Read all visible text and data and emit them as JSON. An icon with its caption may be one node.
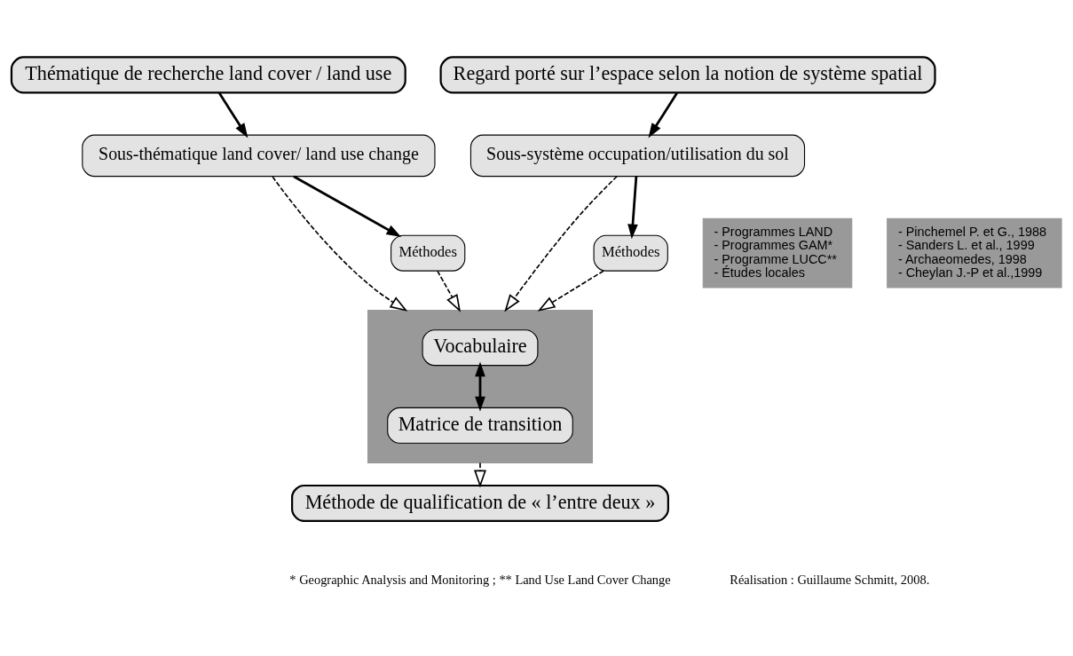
{
  "diagram": {
    "nodes": [
      {
        "text": [
          "Thématique de recherche land cover / land use"
        ]
      },
      {
        "text": [
          "Regard porté sur l’espace selon la notion de système spatial"
        ]
      },
      {
        "text": [
          "Sous-thématique land cover/ land use change"
        ]
      },
      {
        "text": [
          "Sous-système occupation/utilisation du sol"
        ]
      },
      {
        "text": [],
        "shape": "box"
      },
      {
        "text": [
          "Vocabulaire"
        ],
        "in": 4
      },
      {
        "text": [
          "Matrice de transition"
        ],
        "in": 4
      },
      {
        "text": [
          "- Programmes LAND",
          "- Programmes GAM*",
          "- Programme LUCC**",
          "- Études locales"
        ]
      },
      {
        "text": [
          "- Pinchemel P. et G., 1988",
          "- Sanders L. et al., 1999",
          "- Archaeomedes, 1998",
          "- Cheylan J.-P et al.,1999"
        ]
      },
      {
        "text": [
          "Méthodes"
        ]
      },
      {
        "text": [
          "Méthodes"
        ]
      },
      {
        "text": [
          "Méthode de qualification de « l’entre deux »"
        ]
      }
    ],
    "edges": [
      {
        "from": 0,
        "to": 2,
        "arrow": "to"
      },
      {
        "from": 1,
        "to": 3,
        "arrow": "to"
      },
      {
        "from": 2,
        "to": 9,
        "arrow": "to"
      },
      {
        "from": 3,
        "to": 10,
        "arrow": "to"
      },
      {
        "from": 2,
        "to": 4,
        "arrow": "to",
        "style": "dashed"
      },
      {
        "from": 3,
        "to": 4,
        "arrow": "to",
        "style": "dashed"
      },
      {
        "from": 5,
        "to": 6,
        "arrow": "both"
      },
      {
        "from": 9,
        "to": 4,
        "arrow": "to",
        "style": "dashed"
      },
      {
        "from": 10,
        "to": 4,
        "arrow": "to",
        "style": "dashed"
      },
      {
        "from": 4,
        "to": 11,
        "arrow": "to",
        "style": "dashed"
      }
    ],
    "labels": [
      "* Geographic Analysis and Monitoring ; ** Land Use Land Cover Change",
      "Réalisation : Guillaume Schmitt, 2008."
    ]
  }
}
